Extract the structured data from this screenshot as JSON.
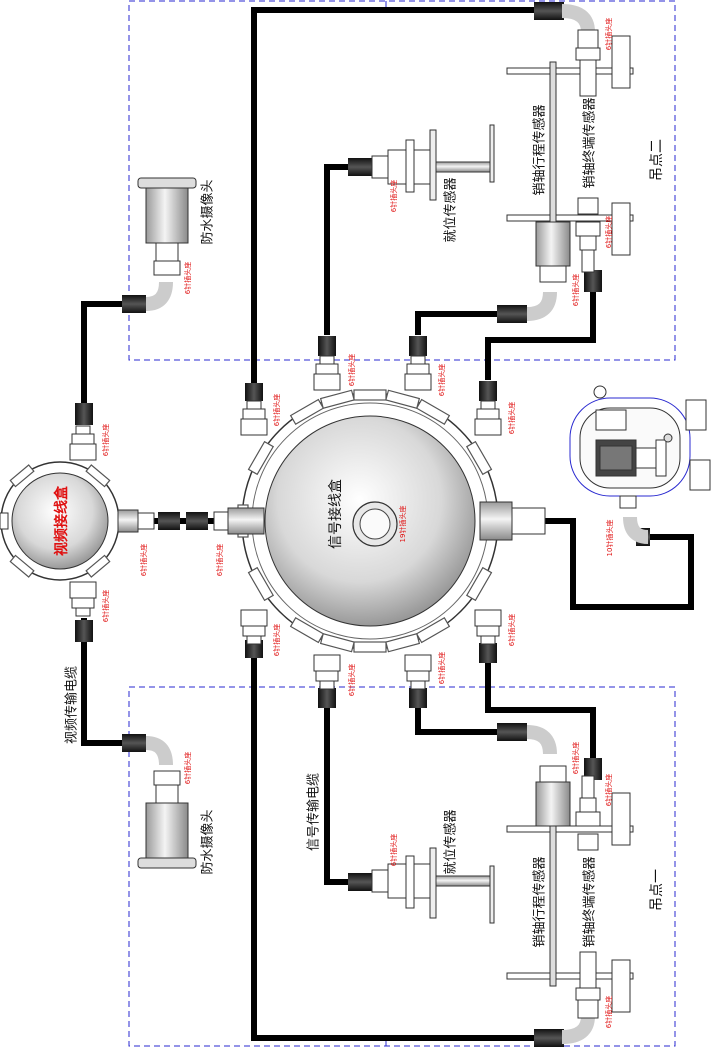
{
  "labels": {
    "signal_box": "信号接线盒",
    "video_box": "视频接线盒",
    "video_cable": "视频传输电缆",
    "signal_cable": "信号传输电缆",
    "camera_top": "防水摄像头",
    "camera_bottom": "防水摄像头",
    "position_sensor_top": "就位传感器",
    "position_sensor_bottom": "就位传感器",
    "pin_travel_top": "销轴行程传感器",
    "pin_end_top": "销轴终端传感器",
    "pin_travel_bottom": "销轴行程传感器",
    "pin_end_bottom": "销轴终端传感器",
    "point_two": "吊点二",
    "point_one": "吊点一"
  },
  "connectors": {
    "six_pin": "6针插头座",
    "ten_pin": "10针插头座",
    "nineteen_pin": "19针插头座"
  },
  "colors": {
    "cable": "#000000",
    "region_border": "#2a2ad0",
    "connector_label": "#e01010"
  }
}
